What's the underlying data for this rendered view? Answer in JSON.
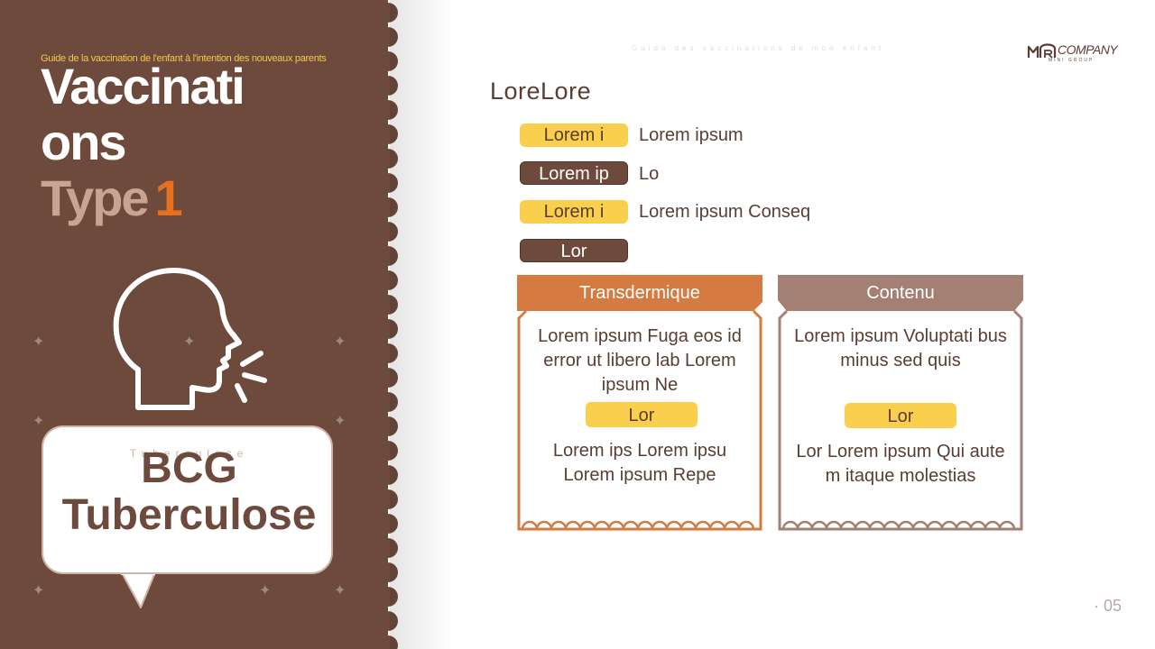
{
  "left": {
    "subtitle": "Guide de la vaccination de l'enfant à l'intention des nouveaux parents",
    "title_line1": "Vaccinati",
    "title_line2": "ons",
    "title_type": "Type",
    "title_number": "1",
    "bubble_ghost": "Tuberculose",
    "bubble_text": "BCG Tuberculose"
  },
  "header": {
    "ghost_text": "Guide des vaccinations de mon enfant",
    "logo_text": "COMPANY",
    "logo_sub": "MINI GROUP"
  },
  "section_title": "LoreLore",
  "tags": [
    {
      "label": "Lorem i",
      "value": "Lorem ipsum"
    },
    {
      "label": "Lorem ip",
      "value": "Lo"
    },
    {
      "label": "Lorem i",
      "value": "Lorem ipsum Conseq"
    },
    {
      "label": "Lor",
      "value": ""
    }
  ],
  "cards": [
    {
      "title": "Transdermique",
      "body": "Lorem ipsum Fuga eos id error ut libero lab Lorem ipsum Ne",
      "button": "Lor",
      "footer": "Lorem ips Lorem ipsu Lorem ipsum Repe"
    },
    {
      "title": "Contenu",
      "body": "Lorem ipsum Voluptati bus minus sed quis",
      "button": "Lor",
      "footer": "Lor Lorem ipsum Qui aute m itaque molestias"
    }
  ],
  "page_number": "05",
  "colors": {
    "brown": "#6e4a3d",
    "yellow": "#f9cf4d",
    "orange": "#d57a40",
    "taupe": "#a37f74",
    "accent_orange": "#e8701d"
  },
  "icons": [
    "head-coughing-icon",
    "sparkle-star-icon",
    "logo-arch-icon"
  ]
}
